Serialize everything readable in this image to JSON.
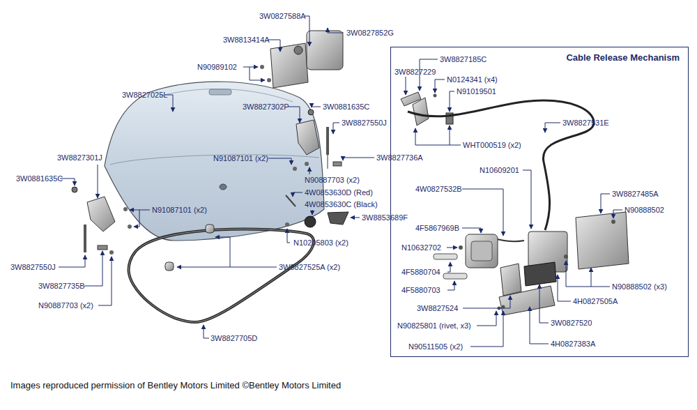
{
  "diagram": {
    "caption": "Images reproduced permission of Bentley Motors Limited ©Bentley Motors Limited",
    "nodes": [
      {
        "text": [
          "Cable Release Mechanism"
        ]
      }
    ],
    "labels": [
      "3W0827588A",
      "3W0827852G",
      "3W8813414A",
      "N90989102",
      "3W8827025L",
      "3W8827302P",
      "3W0881635C",
      "3W8827550J",
      "3W8827301J",
      "N91087101 (x2)",
      "3W8827736A",
      "3W0881635C",
      "N90887703 (x2)",
      "4W0853630D (Red)",
      "4W0853630C (Black)",
      "N91087101 (x2)",
      "3W8853689F",
      "N10205803 (x2)",
      "3W8827550J",
      "3W8827525A (x2)",
      "3W8827735B",
      "N90887703 (x2)",
      "3W8827705D",
      "3W8827185C",
      "3W8827229",
      "N0124341 (x4)",
      "N91019501",
      "3W8827531E",
      "WHT000519 (x2)",
      "N10609201",
      "4W0827532B",
      "3W8827485A",
      "N90888502",
      "4F5867969B",
      "N10632702",
      "4F5880704",
      "4F5880703",
      "N90888502 (x3)",
      "4H0827505A",
      "3W8827524",
      "N90825801 (rivet, x3)",
      "3W0827520",
      "N90511505 (x2)",
      "4H0827383A"
    ]
  }
}
